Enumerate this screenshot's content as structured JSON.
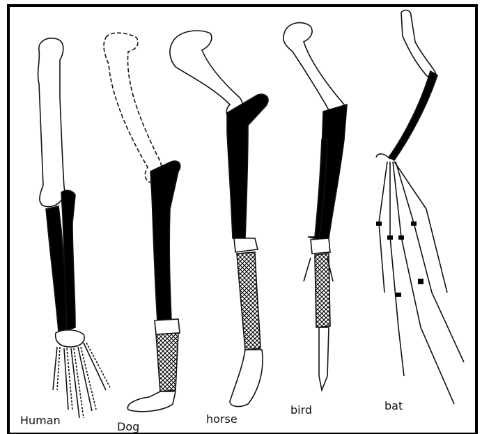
{
  "labels": {
    "human": "Human",
    "dog": "Dog",
    "horse": "horse",
    "bird": "bird",
    "bat": "bat"
  },
  "colors": {
    "bone_dark": "#000000",
    "bone_light": "#ffffff",
    "outline": "#111111",
    "frame": "#000000"
  }
}
